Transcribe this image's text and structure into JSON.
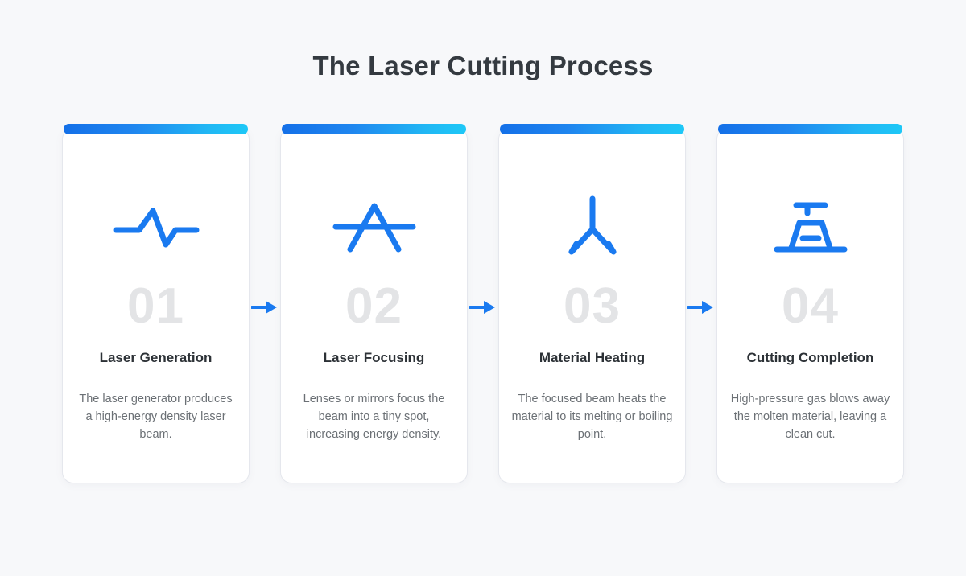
{
  "page": {
    "title": "The Laser Cutting Process",
    "background_color": "#f7f8fa",
    "title_color": "#343a40",
    "accent_color": "#1a7af0",
    "gradient_start": "#1470e8",
    "gradient_end": "#1ec8f7",
    "number_color": "#e3e4e6",
    "card_background": "#ffffff",
    "description_color": "#6b7075"
  },
  "steps": [
    {
      "number": "01",
      "title": "Laser Generation",
      "description": "The laser generator produces a high-energy density laser beam.",
      "icon": "waveform-pulse-icon"
    },
    {
      "number": "02",
      "title": "Laser Focusing",
      "description": "Lenses or mirrors focus the beam into a tiny spot, increasing energy density.",
      "icon": "lens-focus-icon"
    },
    {
      "number": "03",
      "title": "Material Heating",
      "description": "The focused beam heats the material to its melting or boiling point.",
      "icon": "beam-diverge-icon"
    },
    {
      "number": "04",
      "title": "Cutting Completion",
      "description": "High-pressure gas blows away the molten material, leaving a clean cut.",
      "icon": "cutting-nozzle-icon"
    }
  ],
  "connectors": [
    {
      "label": "step-1-to-2-arrow"
    },
    {
      "label": "step-2-to-3-arrow"
    },
    {
      "label": "step-3-to-4-arrow"
    }
  ]
}
